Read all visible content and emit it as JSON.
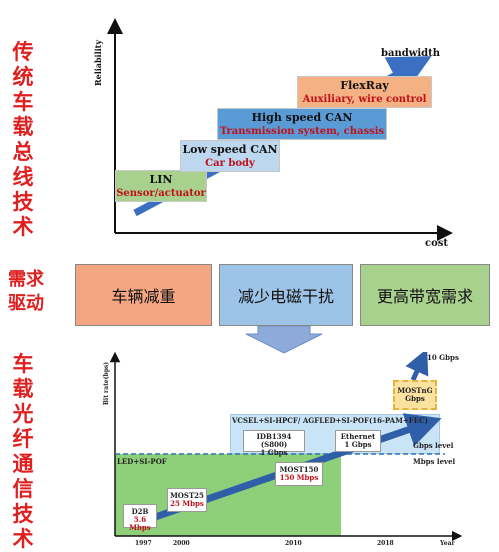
{
  "side_labels": {
    "top": "传统车载总线技术",
    "middle": "需求驱动",
    "bottom": "车载光纤通信技术"
  },
  "top_chart": {
    "y_axis": "Reliability",
    "x_axis": "cost",
    "arrow_label": "bandwidth",
    "boxes": [
      {
        "title": "LIN",
        "subtitle": "Sensor/actuator"
      },
      {
        "title": "Low speed CAN",
        "subtitle": "Car body"
      },
      {
        "title": "High speed CAN",
        "subtitle": "Transmission system, chassis"
      },
      {
        "title": "FlexRay",
        "subtitle": "Auxiliary, wire control"
      }
    ]
  },
  "drivers": [
    {
      "label": "车辆减重",
      "color": "#f4a582"
    },
    {
      "label": "减少电磁干扰",
      "color": "#9dc3e6"
    },
    {
      "label": "更高带宽需求",
      "color": "#a9d18e"
    }
  ],
  "bottom_chart": {
    "y_axis": "Bit rate(bps)",
    "x_axis": "Year",
    "years": [
      "1997",
      "2000",
      "2010",
      "2018"
    ],
    "top_band": "VCSEL+SI-HPCF/ AGFLED+SI-POF(16-PAM+FEC)",
    "low_band": "LED+SI-POF",
    "gbps_level": "Gbps level",
    "mbps_level": "Mbps level",
    "ten_gbps": "10 Gbps",
    "items": [
      {
        "name": "D2B",
        "rate": "5.6 Mbps"
      },
      {
        "name": "MOST25",
        "rate": "25 Mbps"
      },
      {
        "name": "MOST150",
        "rate": "150 Mbps"
      },
      {
        "name": "IDB1394 (S800)",
        "rate": "1 Gbps"
      },
      {
        "name": "Ethernet",
        "rate": "1 Gbps"
      },
      {
        "name": "MOSTnG",
        "rate": "Gbps"
      }
    ]
  }
}
